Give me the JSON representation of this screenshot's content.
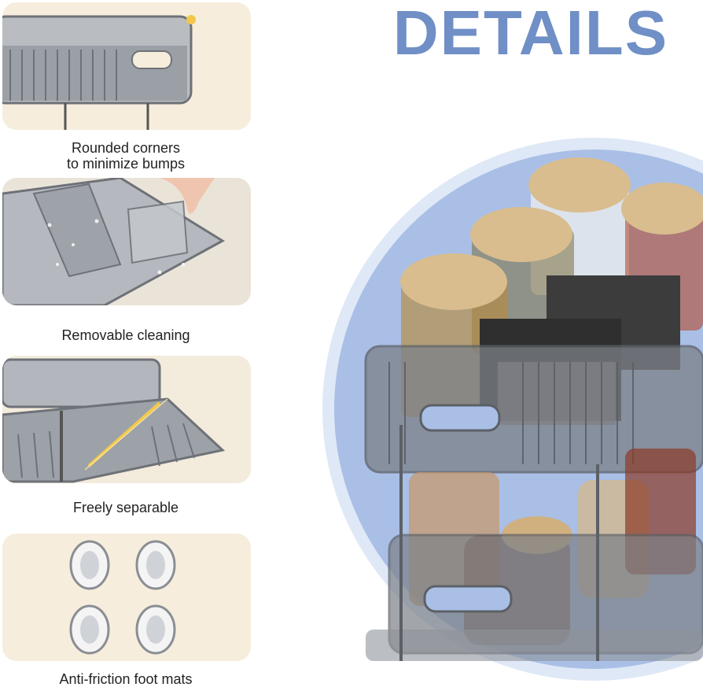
{
  "title": "DETAILS",
  "colors": {
    "title": "#6f8fc6",
    "panel": "#f6eddc",
    "circle": "#a9bfe6",
    "organizer": "#8a8f96",
    "wood": "#d9bd8f"
  },
  "features": [
    {
      "caption": "Rounded corners\nto minimize bumps",
      "icon": "rounded-corner-icon"
    },
    {
      "caption": "Removable cleaning",
      "icon": "divider-removal-icon"
    },
    {
      "caption": "Freely separable",
      "icon": "separate-tiers-icon"
    },
    {
      "caption": "Anti-friction foot mats",
      "icon": "foot-mat-icon"
    }
  ]
}
